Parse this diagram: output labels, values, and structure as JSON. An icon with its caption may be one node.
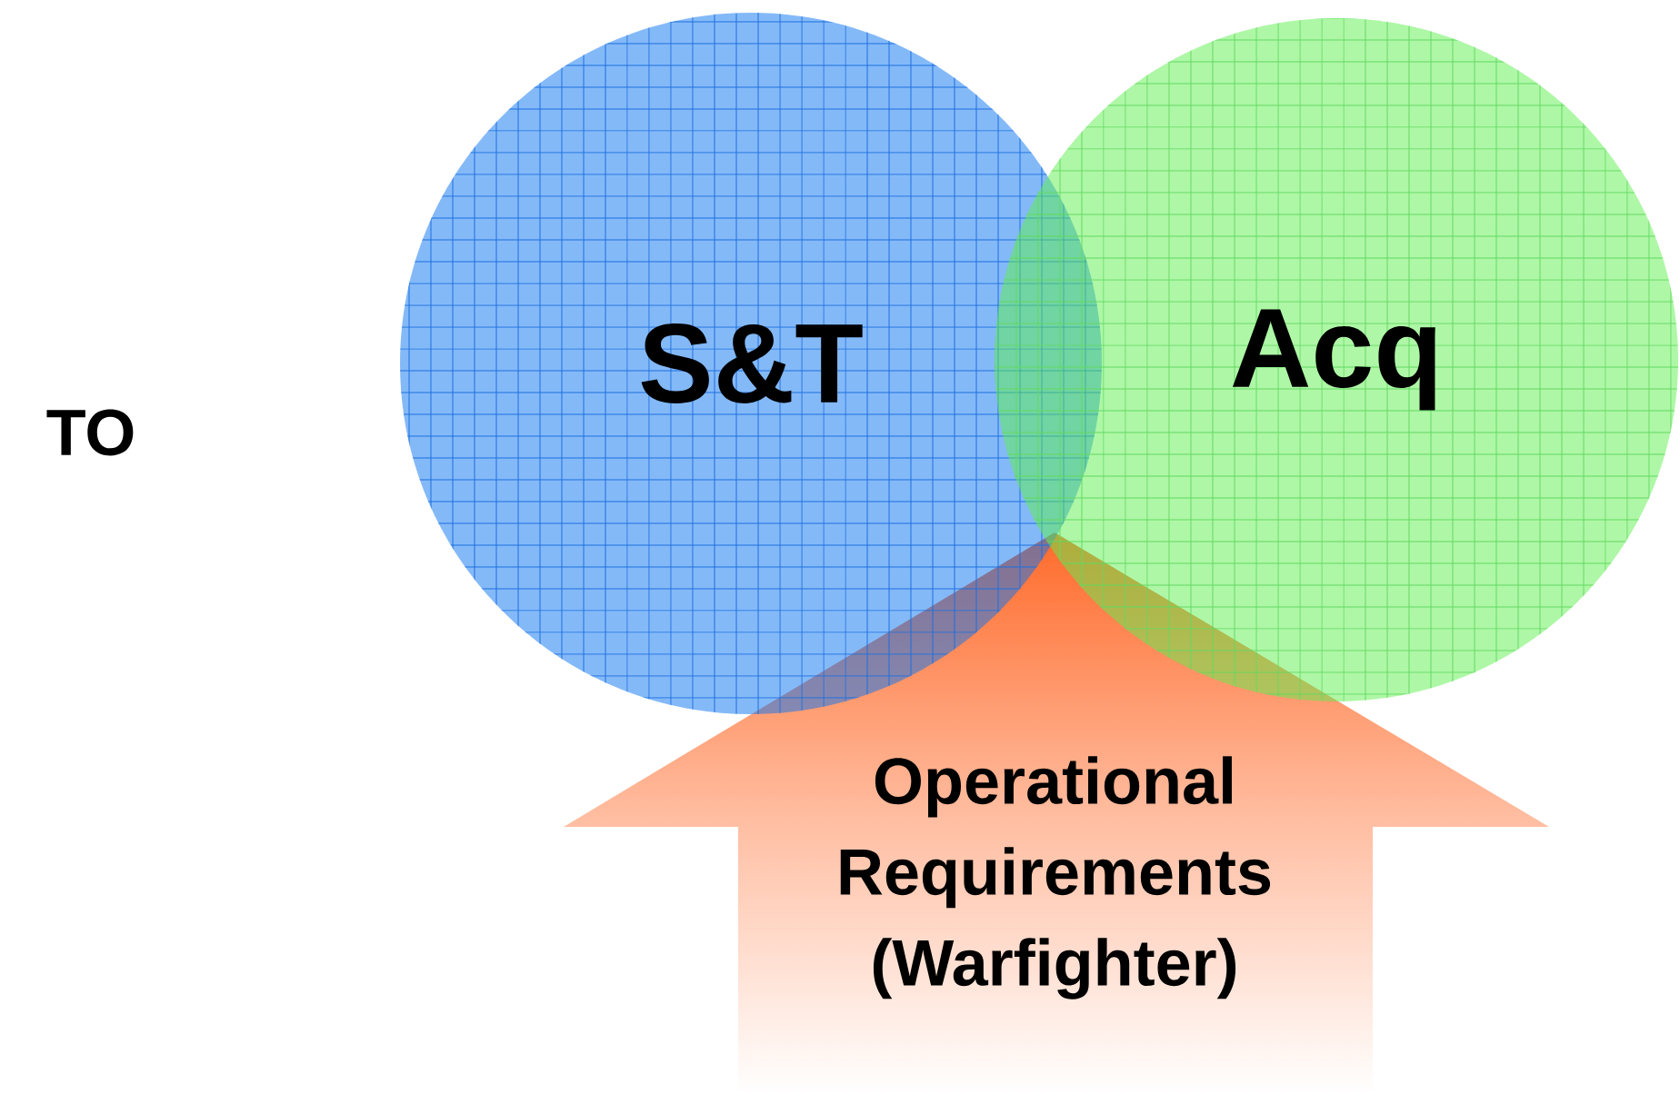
{
  "diagram": {
    "nodes": [
      {
        "text": [
          "S&T"
        ]
      },
      {
        "text": [
          "Acq"
        ]
      },
      {
        "text": [
          "Operational Requirements (Warfighter)"
        ]
      }
    ],
    "labels": [
      "TO"
    ]
  }
}
